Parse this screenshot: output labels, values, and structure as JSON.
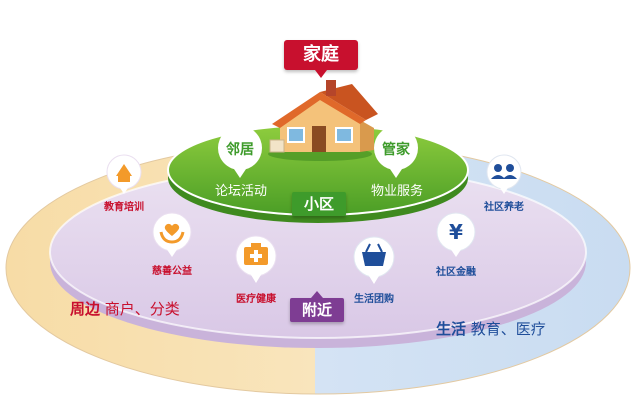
{
  "labels": {
    "home": "家庭",
    "community": "小区",
    "nearby": "附近",
    "neighbor_title": "邻居",
    "neighbor_sub": "论坛活动",
    "steward_title": "管家",
    "steward_sub": "物业服务"
  },
  "services": [
    {
      "label": "教育培训",
      "icon": "school-icon"
    },
    {
      "label": "慈善公益",
      "icon": "charity-hands-icon"
    },
    {
      "label": "医疗健康",
      "icon": "medical-kit-icon"
    },
    {
      "label": "生活团购",
      "icon": "shopping-basket-icon"
    },
    {
      "label": "社区金融",
      "icon": "yen-icon"
    },
    {
      "label": "社区养老",
      "icon": "elderly-people-icon"
    }
  ],
  "ring": {
    "left_bold": "周边",
    "left_text": "商户、分类",
    "right_bold": "生活",
    "right_text": "教育、医疗"
  },
  "colors": {
    "red": "#c8102e",
    "green": "#3e9b2b",
    "purple": "#7e3d93",
    "blue": "#1f4e9a",
    "orange": "#f39a2a"
  }
}
